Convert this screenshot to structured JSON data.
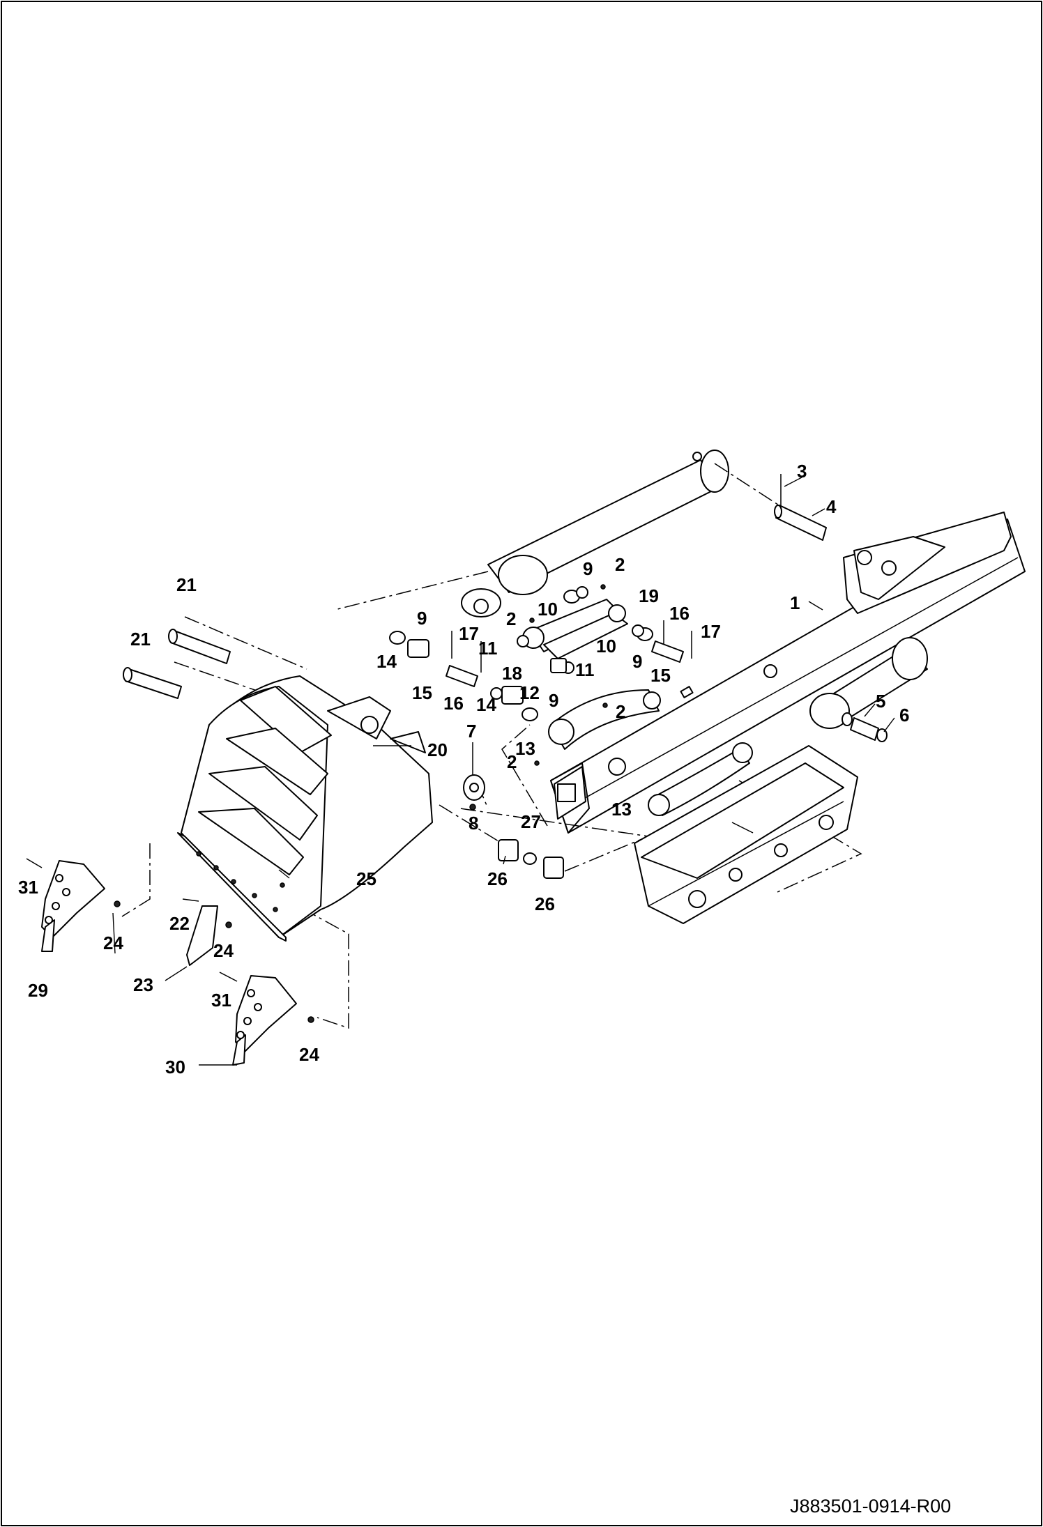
{
  "document_id": "J883501-0914-R00",
  "callouts": [
    "1",
    "2",
    "3",
    "4",
    "5",
    "6",
    "7",
    "8",
    "9",
    "10",
    "11",
    "12",
    "13",
    "14",
    "15",
    "16",
    "17",
    "18",
    "19",
    "20",
    "21",
    "22",
    "23",
    "24",
    "25",
    "26",
    "27",
    "29",
    "30",
    "31"
  ]
}
